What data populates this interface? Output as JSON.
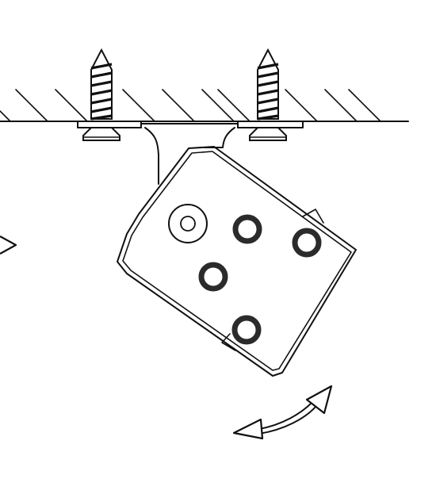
{
  "diagram": {
    "colors": {
      "ink": "#111111",
      "background": "#ffffff",
      "hole_ring": "#2b2b2b"
    },
    "parts": {
      "wall": "ceiling-surface-with-hatching",
      "screws": [
        "left-wood-screw",
        "right-wood-screw"
      ],
      "mount": "mounting-plate",
      "bracket": "tilted-device-bracket",
      "holes": [
        "plain-hole",
        "ring-hole-1",
        "ring-hole-2",
        "ring-hole-3",
        "ring-hole-4"
      ],
      "indicators": [
        "rotation-arrow",
        "direction-arrow-left-edge"
      ]
    }
  }
}
